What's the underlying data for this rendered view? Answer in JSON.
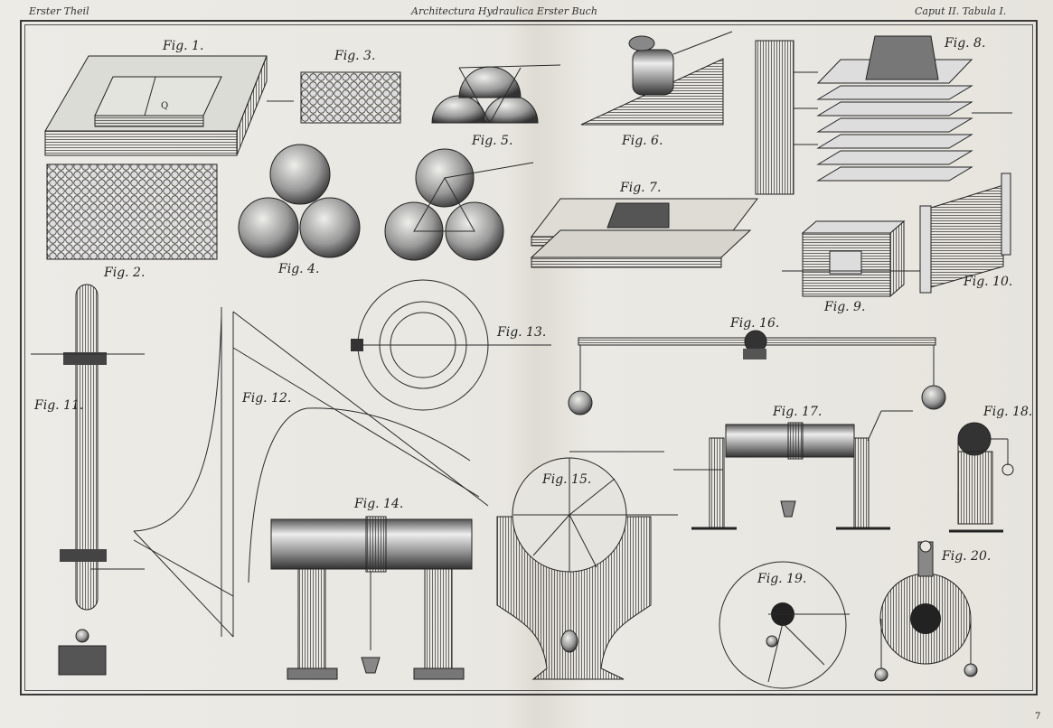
{
  "header": {
    "left": "Erster Theil",
    "center": "Architectura Hydraulica Erster Buch",
    "right": "Caput II. Tabula I."
  },
  "figures": {
    "fig1": "Fig. 1.",
    "fig2": "Fig. 2.",
    "fig3": "Fig. 3.",
    "fig4": "Fig. 4.",
    "fig5": "Fig. 5.",
    "fig6": "Fig. 6.",
    "fig7": "Fig. 7.",
    "fig8": "Fig. 8.",
    "fig9": "Fig. 9.",
    "fig10": "Fig. 10.",
    "fig11": "Fig. 11.",
    "fig12": "Fig. 12.",
    "fig13": "Fig. 13.",
    "fig14": "Fig. 14.",
    "fig15": "Fig. 15.",
    "fig16": "Fig. 16.",
    "fig17": "Fig. 17.",
    "fig18": "Fig. 18.",
    "fig19": "Fig. 19.",
    "fig20": "Fig. 20."
  },
  "page_number": "7",
  "colors": {
    "paper": "#e9e7e1",
    "ink": "#2a2a2a",
    "shade": "#555555"
  }
}
